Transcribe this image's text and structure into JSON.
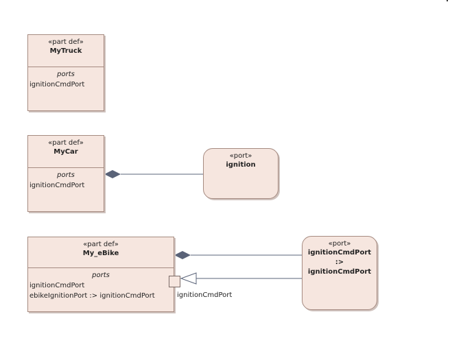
{
  "blocks": {
    "mytruck": {
      "stereotype": "«part def»",
      "name": "MyTruck",
      "compartment_title": "ports",
      "items": [
        "ignitionCmdPort"
      ]
    },
    "mycar": {
      "stereotype": "«part def»",
      "name": "MyCar",
      "compartment_title": "ports",
      "items": [
        "ignitionCmdPort"
      ]
    },
    "my_ebike": {
      "stereotype": "«part def»",
      "name": "My_eBike",
      "compartment_title": "ports",
      "items": [
        "ignitionCmdPort",
        "ebikeIgnitionPort :> ignitionCmdPort"
      ]
    }
  },
  "ports": {
    "ignition": {
      "stereotype": "«port»",
      "name": "ignition"
    },
    "ignition_cmd": {
      "stereotype": "«port»",
      "name_line1": "ignitionCmdPort :>",
      "name_line2": "ignitionCmdPort"
    }
  },
  "port_label": "ignitionCmdPort",
  "colors": {
    "fill": "#f6e6df",
    "border": "#a58a80",
    "edge": "#5a6378",
    "diamond": "#5a6378"
  }
}
